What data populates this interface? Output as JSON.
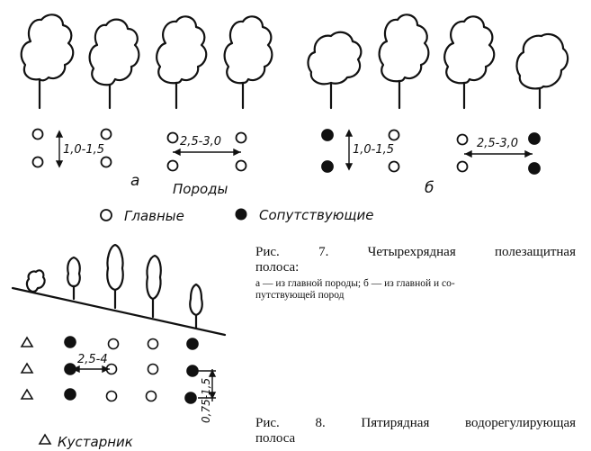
{
  "figure7": {
    "dim_a_vertical": "1,0-1,5",
    "dim_a_horizontal": "2,5-3,0",
    "dim_b_vertical": "1,0-1,5",
    "dim_b_horizontal": "2,5-3,0",
    "label_a": "а",
    "label_b": "б",
    "legend_title": "Породы",
    "legend_main": "Главные",
    "legend_accompanying": "Сопутствующие",
    "caption_title_line1": "Рис. 7. Четырехрядная полезащитная",
    "caption_title_line2": "полоса:",
    "caption_sub_line1": "а — из главной породы; б — из главной и со-",
    "caption_sub_line2": "путствующей пород"
  },
  "figure8": {
    "dim_horizontal": "2,5-4",
    "dim_vertical": "0,75-1,5",
    "legend_shrub": "Кустарник",
    "caption_title_line1": "Рис. 8. Пятирядная водорегулирующая",
    "caption_title_line2": "полоса"
  },
  "colors": {
    "ink": "#111111",
    "paper": "#ffffff"
  }
}
